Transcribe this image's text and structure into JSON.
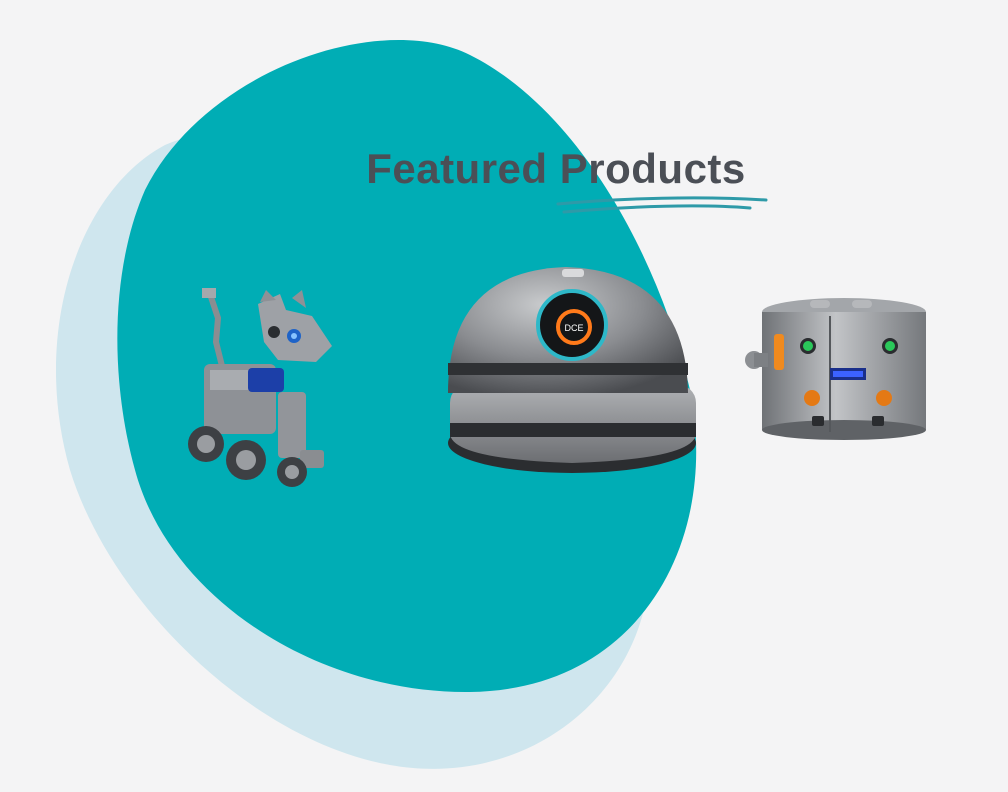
{
  "section": {
    "title": "Featured Products"
  },
  "colors": {
    "background": "#f4f4f5",
    "blob_primary": "#00adb5",
    "blob_secondary": "#cfe6ee",
    "title": "#4b4f56",
    "underline": "#2e9aa8"
  },
  "products": [
    {
      "icon": "robot-dog-product"
    },
    {
      "icon": "dome-robot-product"
    },
    {
      "icon": "cylinder-robot-product"
    }
  ]
}
